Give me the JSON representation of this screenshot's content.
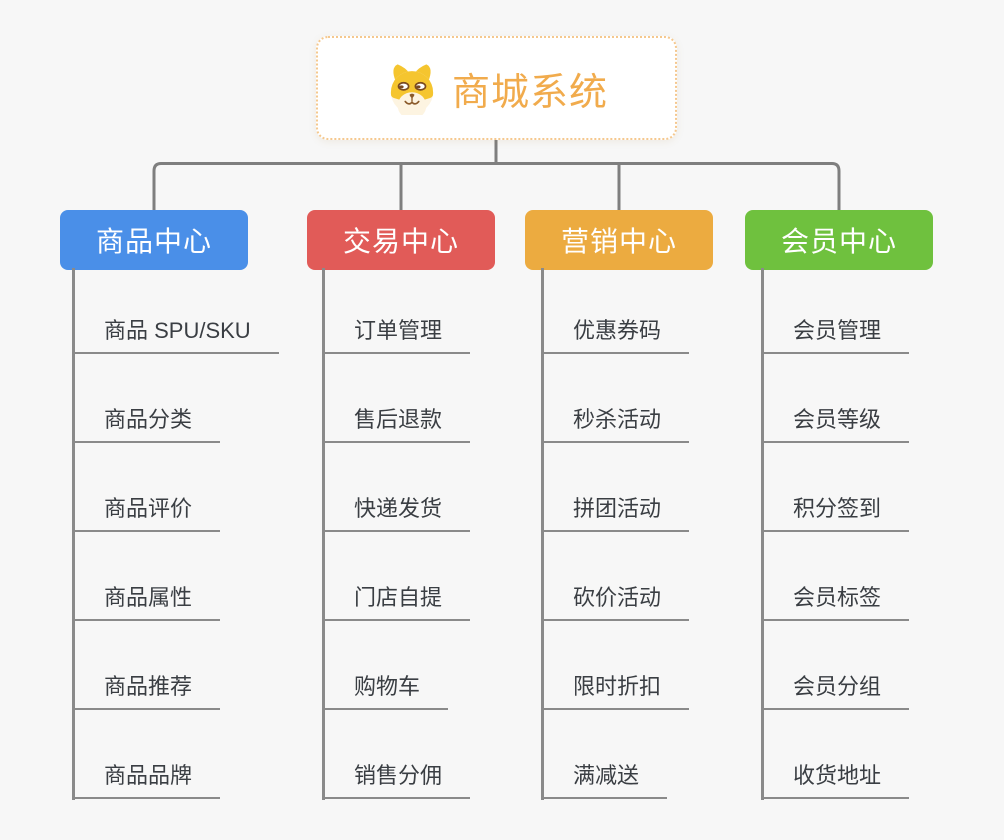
{
  "background": "#f7f7f7",
  "connector_color": "#7f7f7f",
  "root": {
    "title": "商城系统",
    "icon": "dog-face-icon",
    "title_color": "#f1ab4c",
    "border_color": "#f5c88e"
  },
  "branches": [
    {
      "label": "商品中心",
      "color": "#4a8fe8",
      "children": [
        "商品 SPU/SKU",
        "商品分类",
        "商品评价",
        "商品属性",
        "商品推荐",
        "商品品牌"
      ]
    },
    {
      "label": "交易中心",
      "color": "#e15b58",
      "children": [
        "订单管理",
        "售后退款",
        "快递发货",
        "门店自提",
        "购物车",
        "销售分佣"
      ]
    },
    {
      "label": "营销中心",
      "color": "#ecab40",
      "children": [
        "优惠券码",
        "秒杀活动",
        "拼团活动",
        "砍价活动",
        "限时折扣",
        "满减送"
      ]
    },
    {
      "label": "会员中心",
      "color": "#6fc13e",
      "children": [
        "会员管理",
        "会员等级",
        "积分签到",
        "会员标签",
        "会员分组",
        "收货地址"
      ]
    }
  ],
  "leaf": {
    "underline_color": "#8a8a8a",
    "text_color": "#3a3e43"
  }
}
